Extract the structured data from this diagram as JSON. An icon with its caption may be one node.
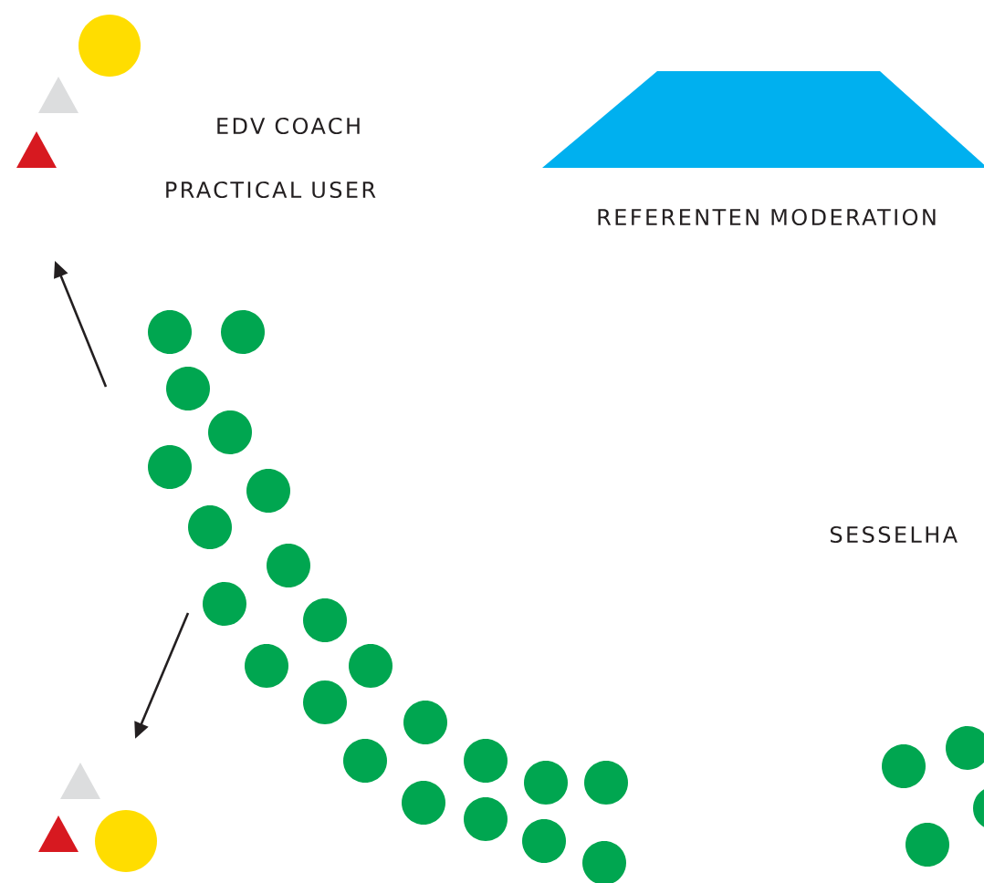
{
  "diagram": {
    "nodes": [
      {
        "text": [
          "REFERENTEN MODERATION"
        ]
      }
    ],
    "labels": [
      "EDV COACH",
      "PRACTICAL USER",
      "SESSELHA"
    ]
  }
}
